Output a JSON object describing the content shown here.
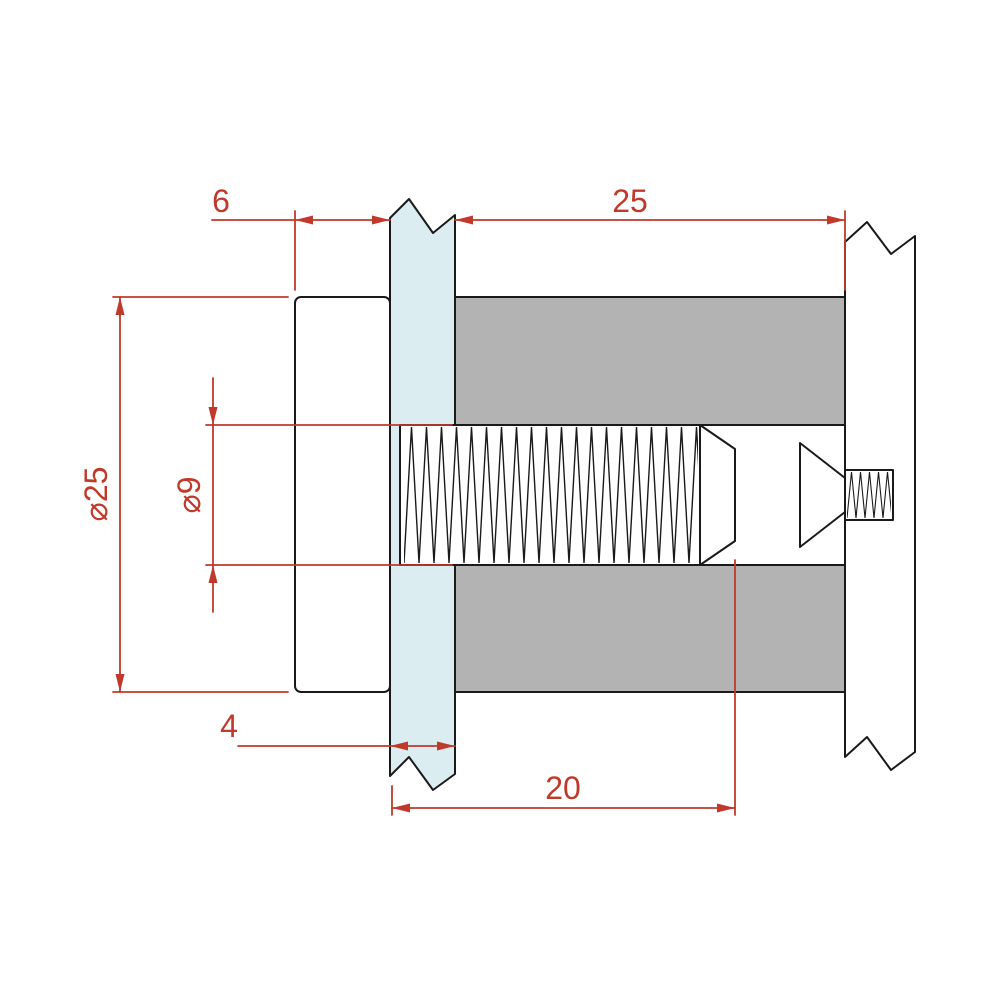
{
  "drawing": {
    "kind": "technical-section-drawing",
    "subject": "glass standoff fixing cross-section with glass panel and wall"
  },
  "dimensions": {
    "cap_thickness": "6",
    "body_length": "25",
    "cap_diameter": "⌀25",
    "rod_diameter": "⌀9",
    "glass_thickness": "4",
    "thread_length": "20"
  },
  "colors": {
    "dimension_red": "#c0392b",
    "body_gray": "#b3b3b3",
    "glass_blue": "#dcedf1",
    "outline_black": "#1a1a1a",
    "background": "#ffffff"
  }
}
